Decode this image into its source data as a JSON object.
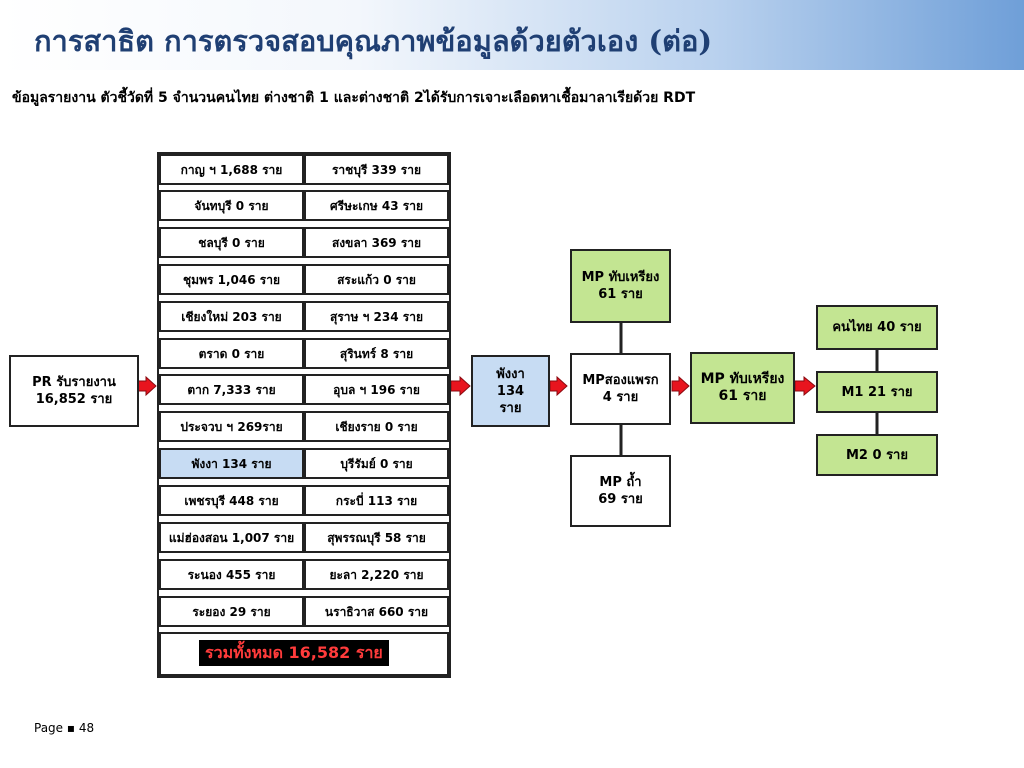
{
  "header": {
    "title": "การสาธิต การตรวจสอบคุณภาพข้อมูลด้วยตัวเอง (ต่อ)",
    "subtitle": "ข้อมูลรายงาน ตัวชี้วัดที่ 5 จำนวนคนไทย ต่างชาติ 1 และต่างชาติ 2ได้รับการเจาะเลือดหาเชื้อมาลาเรียด้วย RDT"
  },
  "pr_box": {
    "line1": "PR รับรายงาน",
    "line2": "16,852 ราย"
  },
  "province_rows": [
    {
      "left": "กาญ ฯ 1,688 ราย",
      "right": "ราชบุรี 339 ราย"
    },
    {
      "left": "จันทบุรี 0 ราย",
      "right": "ศรีษะเกษ 43 ราย"
    },
    {
      "left": "ชลบุรี 0 ราย",
      "right": "สงขลา 369 ราย"
    },
    {
      "left": "ชุมพร 1,046  ราย",
      "right": "สระแก้ว 0 ราย"
    },
    {
      "left": "เชียงใหม่ 203 ราย",
      "right": "สุราษ ฯ 234 ราย"
    },
    {
      "left": "ตราด 0 ราย",
      "right": "สุรินทร์ 8 ราย"
    },
    {
      "left": "ตาก 7,333 ราย",
      "right": "อุบล ฯ 196 ราย"
    },
    {
      "left": "ประจวบ ฯ  269ราย",
      "right": "เชียงราย 0 ราย"
    },
    {
      "left": "พังงา 134 ราย",
      "right": "บุรีรัมย์ 0 ราย",
      "highlight_left": true
    },
    {
      "left": "เพชรบุรี 448 ราย",
      "right": "กระบี่ 113 ราย"
    },
    {
      "left": "แม่ฮ่องสอน 1,007 ราย",
      "right": "สุพรรณบุรี 58 ราย"
    },
    {
      "left": "ระนอง 455 ราย",
      "right": "ยะลา 2,220 ราย"
    },
    {
      "left": "ระยอง 29 ราย",
      "right": "นราธิวาส  660 ราย"
    }
  ],
  "total": "รวมทั้งหมด 16,582 ราย",
  "phangnga_box": {
    "line1": "พังงา",
    "line2": "134",
    "line3": "ราย"
  },
  "mp_songpraek": {
    "line1": "MPสองแพรก",
    "line2": "4 ราย"
  },
  "mp_top": {
    "line1": "MP ทับเหรียง",
    "line2": "61 ราย"
  },
  "mp_tham": {
    "line1": "MP ถ้ำ",
    "line2": "69 ราย"
  },
  "mp_right": {
    "line1": "MP ทับเหรียง",
    "line2": "61 ราย"
  },
  "thai_box": "คนไทย  40 ราย",
  "m1_box": "M1  21 ราย",
  "m2_box": "M2  0  ราย",
  "footer": {
    "page_label": "Page ▪ 48"
  },
  "colors": {
    "title": "#1f3f73",
    "green_box": "#c3e592",
    "blue_box": "#c7dcf3",
    "arrow_red": "#e8141e",
    "total_text": "#ff3b3b"
  }
}
